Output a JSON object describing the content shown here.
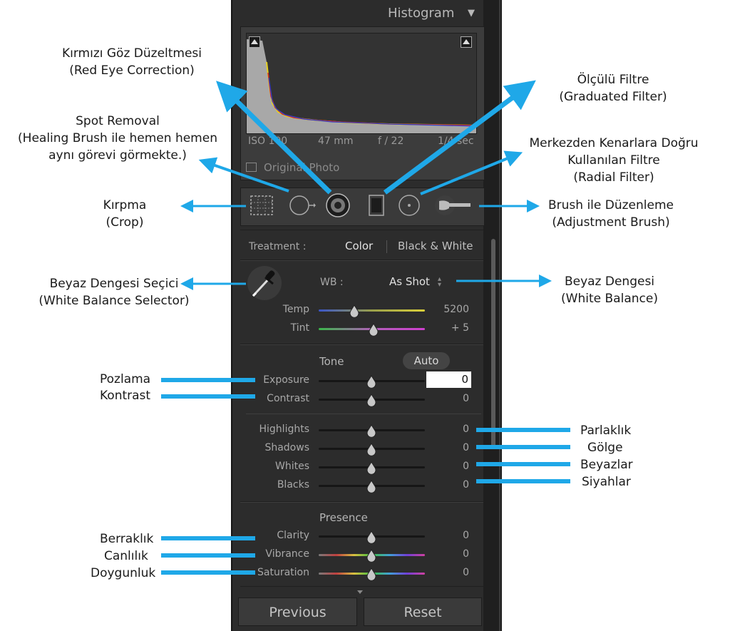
{
  "panel": {
    "header_title": "Histogram",
    "header_triangle": "▼",
    "histogram": {
      "iso": "ISO 100",
      "focal": "47 mm",
      "aperture": "f / 22",
      "shutter": "1/4 sec",
      "original_photo": "Original Photo"
    },
    "tools": [
      "crop-icon",
      "spot-removal-icon",
      "red-eye-icon",
      "graduated-filter-icon",
      "radial-filter-icon",
      "adjustment-brush-icon"
    ],
    "treatment": {
      "label": "Treatment :",
      "color": "Color",
      "bw": "Black & White"
    },
    "wb": {
      "label": "WB :",
      "value": "As Shot",
      "temp_label": "Temp",
      "temp_value": "5200",
      "tint_label": "Tint",
      "tint_value": "+ 5"
    },
    "tone": {
      "title": "Tone",
      "auto": "Auto",
      "sliders": [
        {
          "label": "Exposure",
          "value": "0"
        },
        {
          "label": "Contrast",
          "value": "0"
        },
        {
          "label": "Highlights",
          "value": "0"
        },
        {
          "label": "Shadows",
          "value": "0"
        },
        {
          "label": "Whites",
          "value": "0"
        },
        {
          "label": "Blacks",
          "value": "0"
        }
      ]
    },
    "presence": {
      "title": "Presence",
      "sliders": [
        {
          "label": "Clarity",
          "value": "0"
        },
        {
          "label": "Vibrance",
          "value": "0"
        },
        {
          "label": "Saturation",
          "value": "0"
        }
      ]
    },
    "buttons": {
      "previous": "Previous",
      "reset": "Reset"
    }
  },
  "annotations": {
    "red_eye": [
      "Kırmızı Göz Düzeltmesi",
      "(Red Eye Correction)"
    ],
    "spot": [
      "Spot Removal",
      "(Healing Brush ile hemen hemen",
      "aynı görevi görmekte.)"
    ],
    "crop": [
      "Kırpma",
      "(Crop)"
    ],
    "wb_selector": [
      "Beyaz Dengesi Seçici",
      "(White Balance Selector)"
    ],
    "graduated": [
      "Ölçülü Filtre",
      "(Graduated Filter)"
    ],
    "radial": [
      "Merkezden Kenarlara Doğru",
      "Kullanılan Filtre",
      "(Radial Filter)"
    ],
    "brush": [
      "Brush ile Düzenleme",
      "(Adjustment Brush)"
    ],
    "white_balance": [
      "Beyaz Dengesi",
      "(White Balance)"
    ],
    "pozlama": "Pozlama",
    "kontrast": "Kontrast",
    "parlaklik": "Parlaklık",
    "golge": "Gölge",
    "beyazlar": "Beyazlar",
    "siyahlar": "Siyahlar",
    "berraklik": "Berraklık",
    "canlilik": "Canlılık",
    "doygunluk": "Doygunluk"
  },
  "colors": {
    "accent": "#1fa8e8",
    "panel_bg": "#2c2c2c"
  }
}
